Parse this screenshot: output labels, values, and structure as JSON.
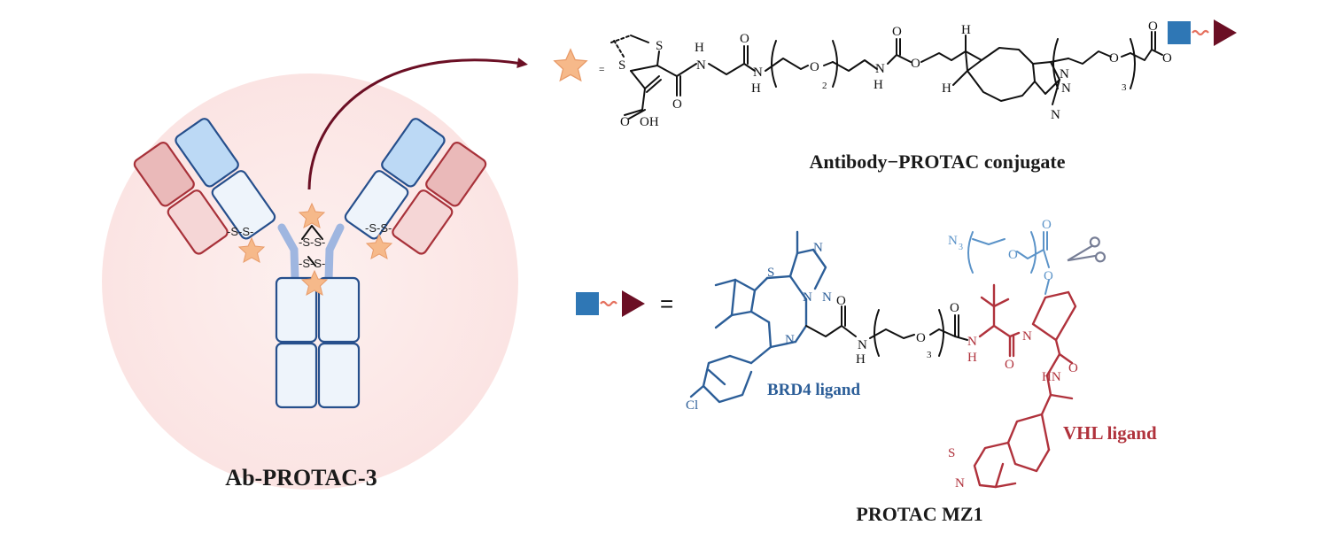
{
  "labels": {
    "ab_protac": "Ab-PROTAC-3",
    "conjugate": "Antibody−PROTAC conjugate",
    "protac": "PROTAC MZ1",
    "brd4": "BRD4 ligand",
    "vhl": "VHL ligand",
    "equals": "="
  },
  "disulfide": "-S-S-",
  "atoms": {
    "S": "S",
    "N": "N",
    "O": "O",
    "H": "H",
    "Cl": "Cl",
    "OH": "OH",
    "HN": "HN",
    "N3": "N",
    "three_sub": "3",
    "sub2": "2",
    "sub3": "3"
  },
  "colors": {
    "star": "#f6b98a",
    "dark_red": "#6b0f24",
    "square_blue": "#2f77b5",
    "brd4_blue": "#2c5e98",
    "linker_blue": "#5b93c8",
    "vhl_red": "#b0323c",
    "halo": "#fdeaea"
  },
  "icons": [
    "star-icon",
    "scissors-icon",
    "warhead-square-icon",
    "linker-wave-icon",
    "e3-triangle-icon",
    "curved-arrow-icon"
  ]
}
